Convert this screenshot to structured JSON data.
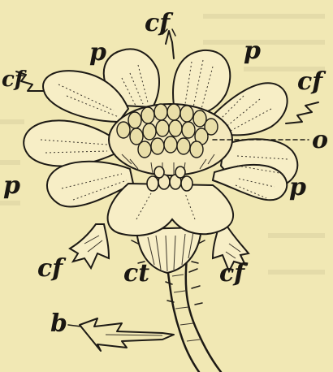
{
  "figure": {
    "labels": {
      "petal": "p",
      "calyx_fringe": "cf",
      "ovary": "o",
      "calyx_tube": "ct",
      "bract": "b"
    }
  }
}
